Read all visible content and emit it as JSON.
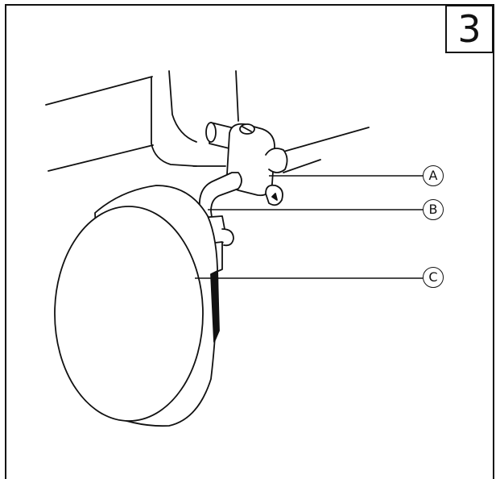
{
  "figure": {
    "step_number": "3",
    "callouts": [
      {
        "label": "A",
        "part": "clamp"
      },
      {
        "label": "B",
        "part": "bracket"
      },
      {
        "label": "C",
        "part": "light"
      }
    ]
  }
}
